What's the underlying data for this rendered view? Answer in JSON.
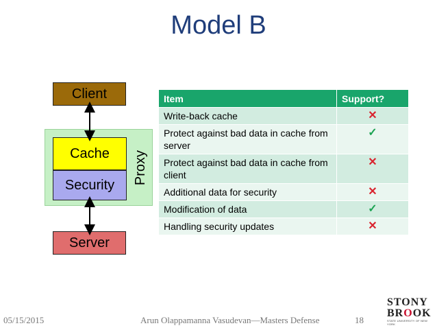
{
  "slide": {
    "title": "Model B"
  },
  "diagram": {
    "client": "Client",
    "cache": "Cache",
    "security": "Security",
    "proxy": "Proxy",
    "server": "Server"
  },
  "table": {
    "headers": [
      "Item",
      "Support?"
    ],
    "rows": [
      {
        "item": "Write-back cache",
        "support": "✕",
        "status": "no"
      },
      {
        "item": "Protect against bad data in cache from server",
        "support": "✓",
        "status": "yes"
      },
      {
        "item": "Protect against bad data in cache from client",
        "support": "✕",
        "status": "no"
      },
      {
        "item": "Additional data for security",
        "support": "✕",
        "status": "no"
      },
      {
        "item": "Modification of data",
        "support": "✓",
        "status": "yes"
      },
      {
        "item": "Handling security updates",
        "support": "✕",
        "status": "no"
      }
    ]
  },
  "footer": {
    "date": "05/15/2015",
    "center": "Arun Olappamanna Vasudevan—Masters Defense",
    "page": "18"
  },
  "logo": {
    "line1": "STONY",
    "line2_a": "BR",
    "line2_b": "O",
    "line2_c": "OK",
    "tagline": "STATE UNIVERSITY OF NEW YORK"
  },
  "colors": {
    "title": "#1f3d7a",
    "client": "#9b6a0a",
    "cache": "#ffff00",
    "security": "#a9a9ee",
    "proxy": "#c6f0c6",
    "server": "#e06d6d",
    "table_header": "#19a56b",
    "cross": "#d9232e",
    "check": "#1ba352"
  }
}
